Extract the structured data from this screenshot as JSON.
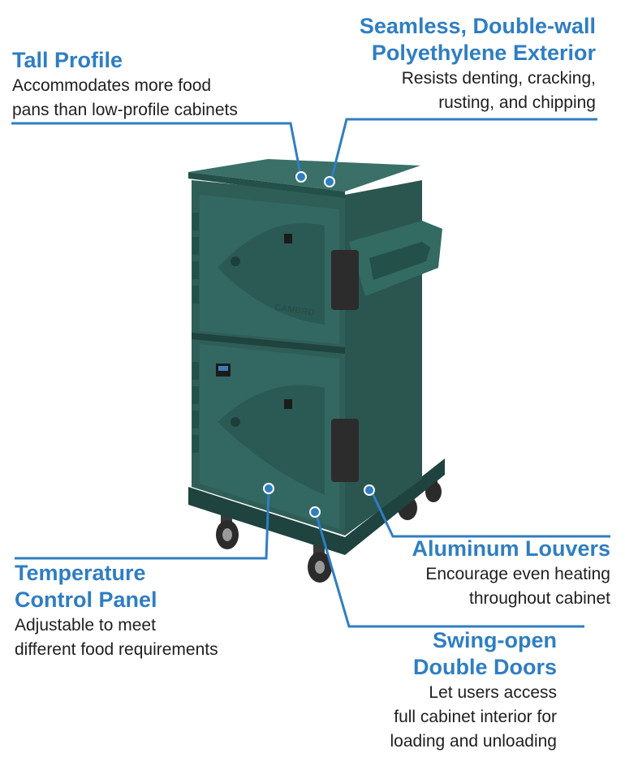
{
  "colors": {
    "accent": "#2f7ec2",
    "cabinet": "#2f5e57",
    "cabinet_dark": "#1f433e",
    "handle": "#2c2c2c"
  },
  "product": {
    "brand_embossing": "CAMBRO"
  },
  "callouts": {
    "tall_profile": {
      "title": "Tall Profile",
      "desc_line1": "Accommodates more food",
      "desc_line2": "pans than low-profile cabinets"
    },
    "exterior": {
      "title_line1": "Seamless, Double-wall",
      "title_line2": "Polyethylene Exterior",
      "desc_line1": "Resists denting, cracking,",
      "desc_line2": "rusting, and chipping"
    },
    "temperature": {
      "title_line1": "Temperature",
      "title_line2": "Control Panel",
      "desc_line1": "Adjustable to meet",
      "desc_line2": "different food requirements"
    },
    "louvers": {
      "title": "Aluminum Louvers",
      "desc_line1": "Encourage even heating",
      "desc_line2": "throughout cabinet"
    },
    "doors": {
      "title_line1": "Swing-open",
      "title_line2": "Double Doors",
      "desc_line1": "Let users access",
      "desc_line2": "full cabinet interior for",
      "desc_line3": "loading and unloading"
    }
  }
}
